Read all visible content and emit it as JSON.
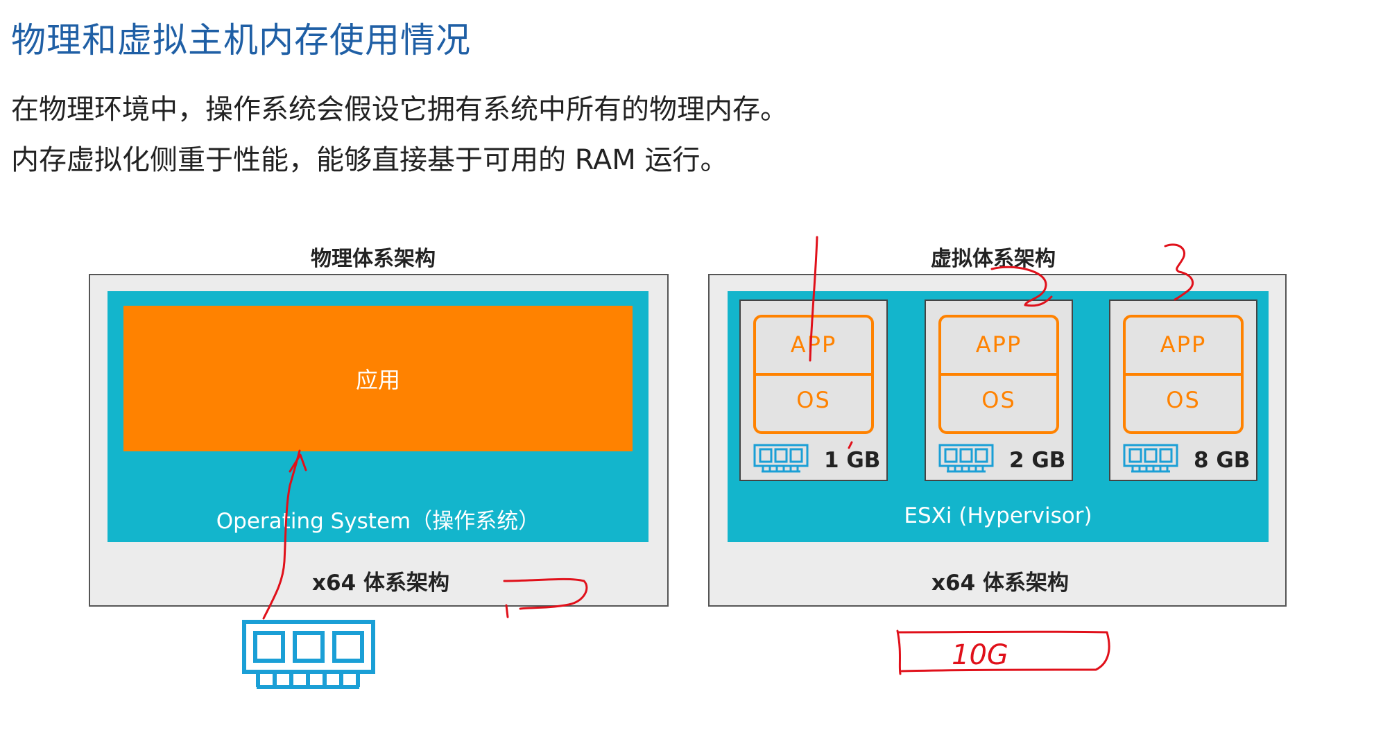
{
  "header": {
    "title": "物理和虚拟主机内存使用情况",
    "line1": "在物理环境中，操作系统会假设它拥有系统中所有的物理内存。",
    "line2": "内存虚拟化侧重于性能，能够直接基于可用的 RAM 运行。"
  },
  "physical": {
    "section_title": "物理体系架构",
    "app_label": "应用",
    "os_label": "Operating System（操作系统）",
    "arch_label": "x64 体系架构"
  },
  "virtual": {
    "section_title": "虚拟体系架构",
    "vms": [
      {
        "app": "APP",
        "os": "OS",
        "memory": "1 GB"
      },
      {
        "app": "APP",
        "os": "OS",
        "memory": "2 GB"
      },
      {
        "app": "APP",
        "os": "OS",
        "memory": "8 GB"
      }
    ],
    "hypervisor_label": "ESXi (Hypervisor)",
    "arch_label": "x64 体系架构"
  },
  "colors": {
    "title_blue": "#1f5fa5",
    "teal": "#13b5cc",
    "orange": "#ff8200",
    "ram_blue": "#1a9fd6",
    "annotation_red": "#e0101a"
  },
  "annotations": {
    "handwritten_total": "10G"
  }
}
